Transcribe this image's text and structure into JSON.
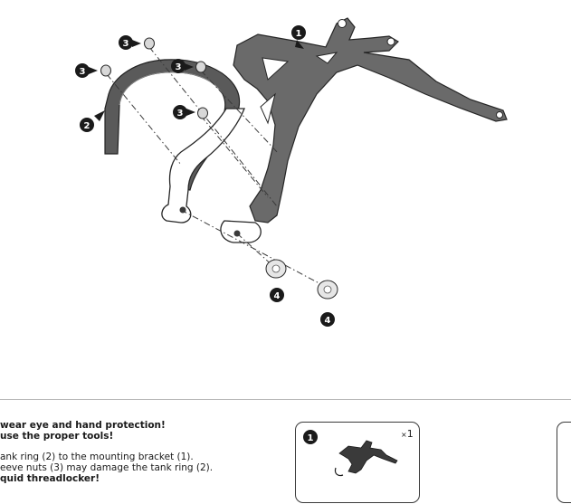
{
  "diagram": {
    "callouts": [
      {
        "label": "1"
      },
      {
        "label": "2"
      },
      {
        "label": "3"
      },
      {
        "label": "3"
      },
      {
        "label": "3"
      },
      {
        "label": "3"
      },
      {
        "label": "4"
      },
      {
        "label": "4"
      }
    ]
  },
  "instructions": {
    "warning_line_1": "wear eye and hand protection!",
    "warning_line_2": "use the proper tools!",
    "step_line_1": "ank ring (2) to the mounting bracket (1).",
    "step_line_2": "eeve nuts (3) may damage the tank ring (2).",
    "step_line_3": "quid threadlocker!"
  },
  "parts_list": {
    "item_number": "1",
    "quantity": "1",
    "quantity_prefix": "×"
  }
}
